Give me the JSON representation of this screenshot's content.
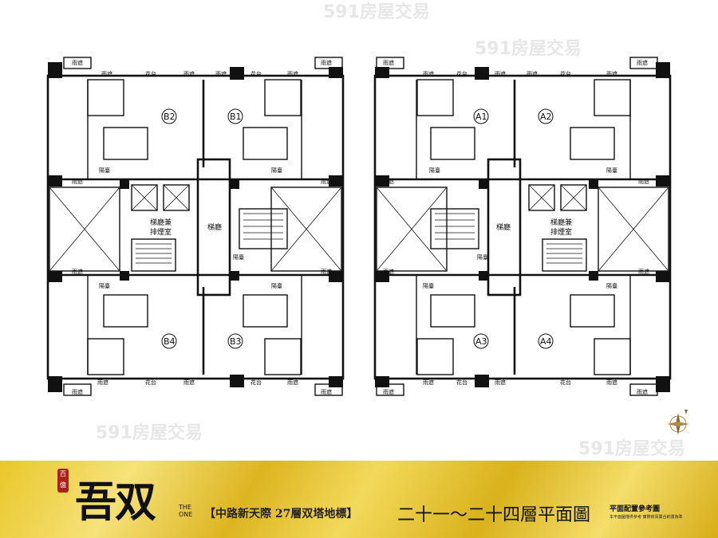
{
  "watermark": "591房屋交易",
  "plan": {
    "units_left": [
      "B2",
      "B1",
      "B4",
      "B3"
    ],
    "units_right": [
      "A1",
      "A2",
      "A3",
      "A4"
    ],
    "labels": {
      "canopy": "雨遮",
      "planter": "花台",
      "balcony": "陽臺",
      "lobby": "梯廳",
      "lobby_smoke": "梯廳兼排煙室",
      "lobby_smoke_line1": "梯廳兼",
      "lobby_smoke_line2": "排煙室"
    },
    "compass_icon": "compass-rose-icon"
  },
  "banner": {
    "logo_seal": "百億",
    "logo": "吾双",
    "logo_en_line1": "THE",
    "logo_en_line2": "ONE",
    "tagline": "【中路新天際 27層双塔地標】",
    "floor_title": "二十一～二十四層平面圖",
    "reference_title": "平面配置參考圖",
    "reference_note": "本平面圖僅供參考 實際依買賣合約書為準",
    "colors": {
      "gold": "#e9c72a",
      "seal_red": "#b0201a"
    }
  }
}
